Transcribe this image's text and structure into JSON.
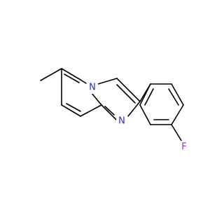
{
  "molecule": {
    "atoms": [
      {
        "id": "N1",
        "symbol": "N",
        "label": "N",
        "color": "#2b2bd8"
      },
      {
        "id": "N2",
        "symbol": "N",
        "label": "N",
        "color": "#2b2bd8"
      },
      {
        "id": "F1",
        "symbol": "F",
        "label": "F",
        "color": "#9d2ad8"
      }
    ],
    "bond_color": "#000000",
    "background": "#ffffff"
  }
}
